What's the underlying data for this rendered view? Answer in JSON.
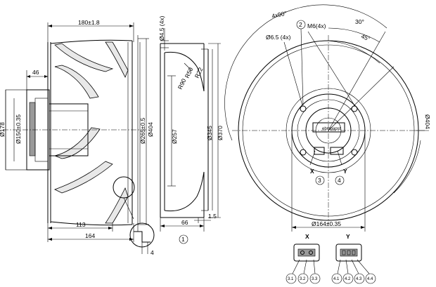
{
  "side_view": {
    "dim_width_total": "180±1.8",
    "dim_hub": "46",
    "dim_bore_outer": "Ø178",
    "dim_bore_inner": "Ø150±0.35",
    "dim_blade_dia": "Ø265±0.5",
    "dim_outer_dia": "Ø404",
    "dim_bottom_1": "113",
    "dim_bottom_2": "164",
    "dim_detail": "4"
  },
  "section_view": {
    "dim_holes": "Ø4.5 (4x)",
    "dim_r50": "R50",
    "dim_r22": "R22",
    "dim_r90": "R90",
    "dim_257": "Ø257",
    "dim_345": "Ø345",
    "dim_370": "Ø370",
    "dim_66": "66",
    "dim_15": "1.5",
    "callout_1": "1"
  },
  "front_view": {
    "angle_4x90": "4x90°",
    "callout_2": "2",
    "thread": "M6(4x)",
    "angle_30": "30°",
    "angle_45": "45°",
    "hole_dia": "Ø6.5 (4x)",
    "x_label": "X",
    "y_label": "Y",
    "callout_3": "3",
    "callout_4": "4",
    "dim_164": "Ø164±0.35",
    "dim_404": "Ø404",
    "brand": "ebmpapst"
  },
  "details": {
    "x_title": "X",
    "y_title": "Y",
    "pins_x": [
      "3.1",
      "3.2",
      "3.3"
    ],
    "pins_y": [
      "4.1",
      "4.2",
      "4.3",
      "4.4"
    ]
  }
}
